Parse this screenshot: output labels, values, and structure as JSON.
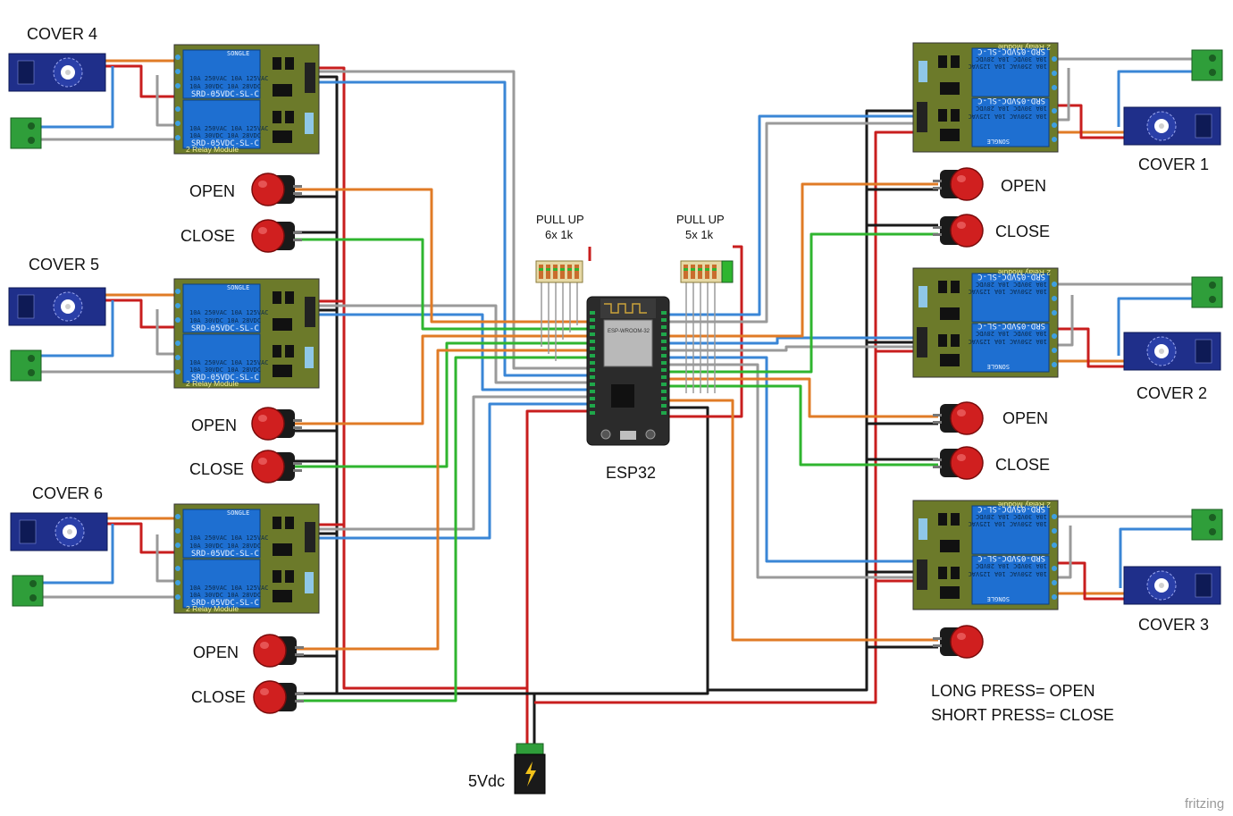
{
  "covers_left": [
    {
      "label": "COVER 4",
      "open": "OPEN",
      "close": "CLOSE"
    },
    {
      "label": "COVER 5",
      "open": "OPEN",
      "close": "CLOSE"
    },
    {
      "label": "COVER 6",
      "open": "OPEN",
      "close": "CLOSE"
    }
  ],
  "covers_right": [
    {
      "label": "COVER 1",
      "open": "OPEN",
      "close": "CLOSE"
    },
    {
      "label": "COVER 2",
      "open": "OPEN",
      "close": "CLOSE"
    },
    {
      "label": "COVER 3"
    }
  ],
  "pullup_left": {
    "line1": "PULL UP",
    "line2": "6x 1k"
  },
  "pullup_right": {
    "line1": "PULL UP",
    "line2": "5x 1k"
  },
  "esp": {
    "label": "ESP32"
  },
  "power": {
    "label": "5Vdc"
  },
  "master_button": {
    "line1": "LONG PRESS= OPEN",
    "line2": "SHORT PRESS= CLOSE"
  },
  "relay_module": {
    "brand": "SONGLE",
    "model": "SRD-05VDC-SL-C",
    "rating_line1": "10A 250VAC  10A 125VAC",
    "rating_line2": "10A  30VDC  10A  28VDC",
    "module_name": "2 Relay Module"
  },
  "credit": "fritzing",
  "colors": {
    "wire_red": "#c81e1e",
    "wire_black": "#1a1a1a",
    "wire_blue": "#3a86d6",
    "wire_green": "#2fb52f",
    "wire_orange": "#e07b26",
    "wire_gray": "#9a9a9a",
    "relay_pcb": "#6c7a2a",
    "relay_coil": "#1e6fd1",
    "button_red": "#d01f1f",
    "terminal_green": "#2f9e3a"
  }
}
